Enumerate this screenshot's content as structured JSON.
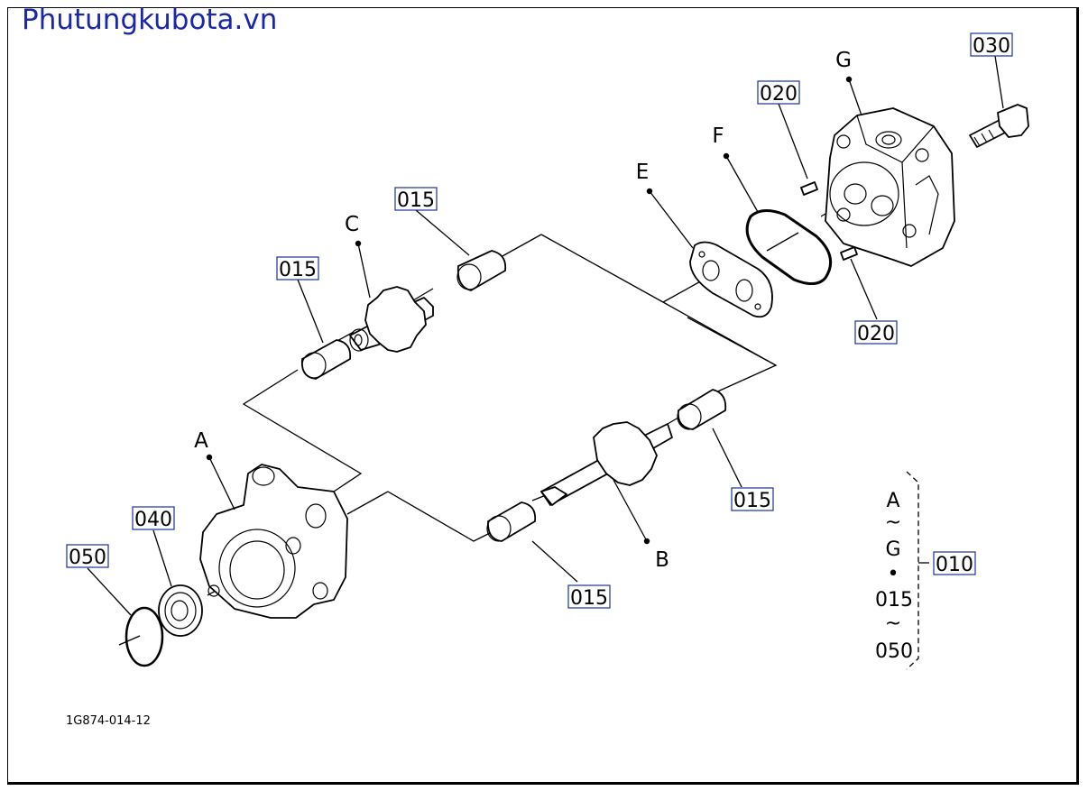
{
  "site_title": "Phutungkubota.vn",
  "drawing_code": "1G874-014-12",
  "part_refs": {
    "r030": "030",
    "r020_top": "020",
    "r020_bottom": "020",
    "r015_c_left": "015",
    "r015_c_right": "015",
    "r015_b_left": "015",
    "r015_b_right": "015",
    "r040": "040",
    "r050": "050",
    "r010": "010"
  },
  "component_letters": {
    "a": "A",
    "b": "B",
    "c": "C",
    "e": "E",
    "f": "F",
    "g": "G"
  },
  "assembly_legend": {
    "from_letter": "A",
    "tilde1": "~",
    "to_letter": "G",
    "dot": "•",
    "from_num": "015",
    "tilde2": "~",
    "to_num": "050"
  }
}
